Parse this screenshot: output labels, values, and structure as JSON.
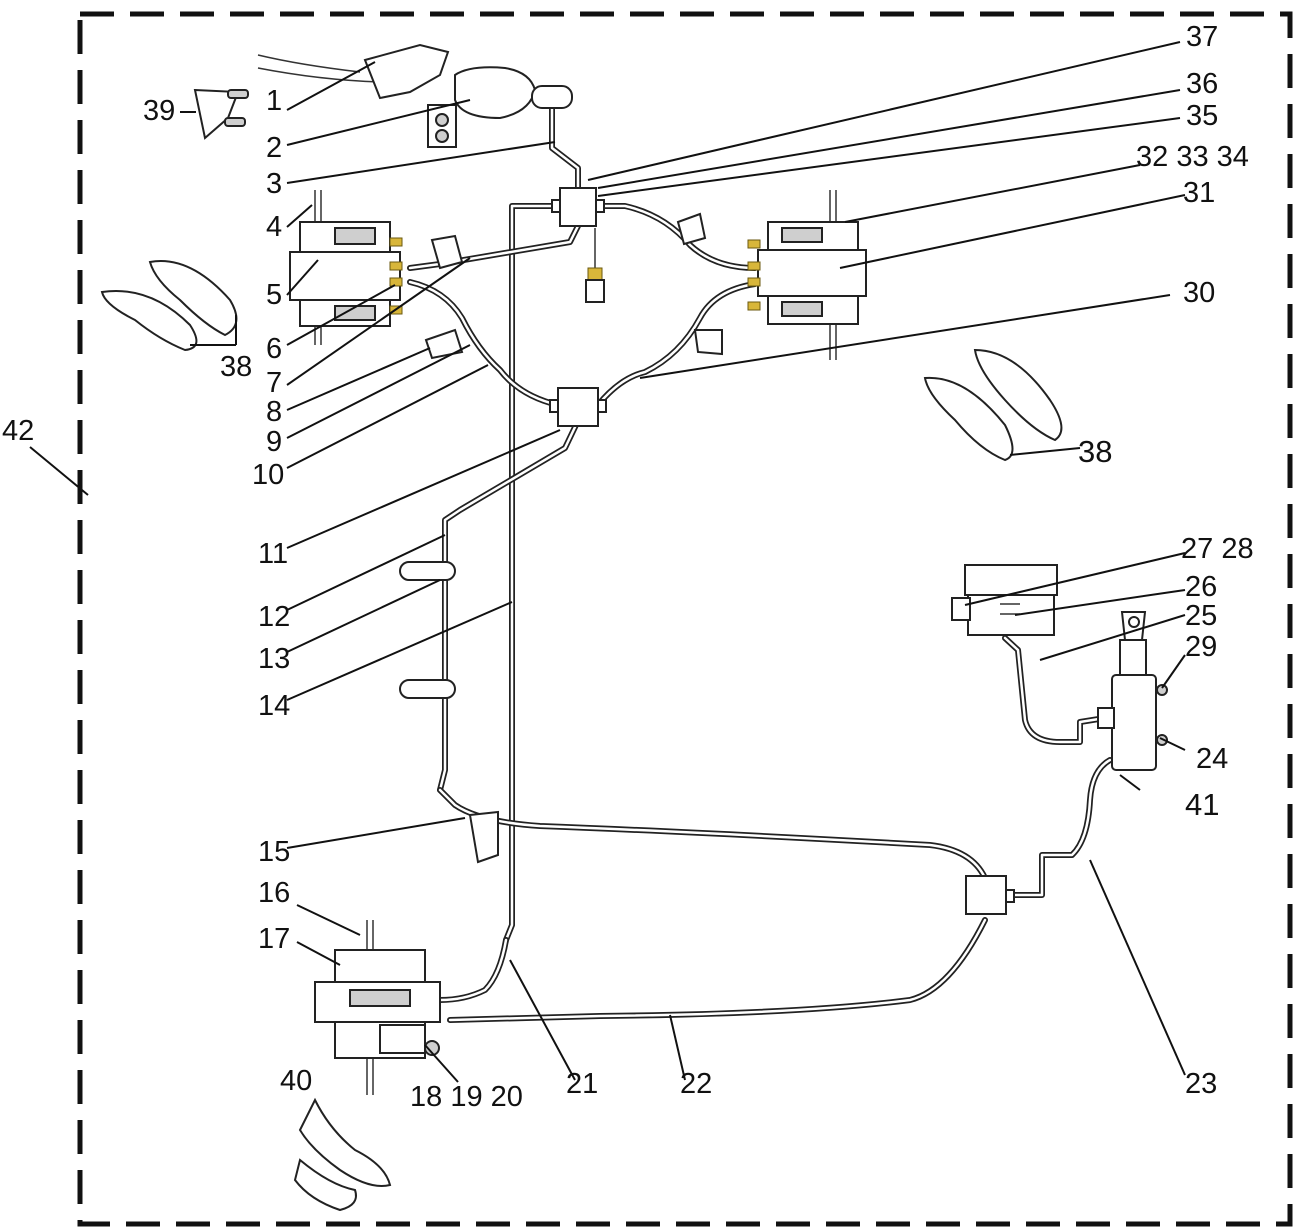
{
  "diagram": {
    "border_style": "dashed",
    "callouts": {
      "c1": "1",
      "c2": "2",
      "c3": "3",
      "c4": "4",
      "c5": "5",
      "c6": "6",
      "c7": "7",
      "c8": "8",
      "c9": "9",
      "c10": "10",
      "c11": "11",
      "c12": "12",
      "c13": "13",
      "c14": "14",
      "c15": "15",
      "c16": "16",
      "c17": "17",
      "c18_19_20": "18 19 20",
      "c21": "21",
      "c22": "22",
      "c23": "23",
      "c24": "24",
      "c25": "25",
      "c26": "26",
      "c27_28": "27 28",
      "c29": "29",
      "c30": "30",
      "c31": "31",
      "c32_33_34": "32 33 34",
      "c35": "35",
      "c36": "36",
      "c37": "37",
      "c38a": "38",
      "c38b": "38",
      "c39": "39",
      "c40": "40",
      "c41": "41",
      "c42": "42"
    },
    "colors": {
      "line": "#222222",
      "fitting_accent": "#d8b63a",
      "background": "#ffffff"
    }
  }
}
